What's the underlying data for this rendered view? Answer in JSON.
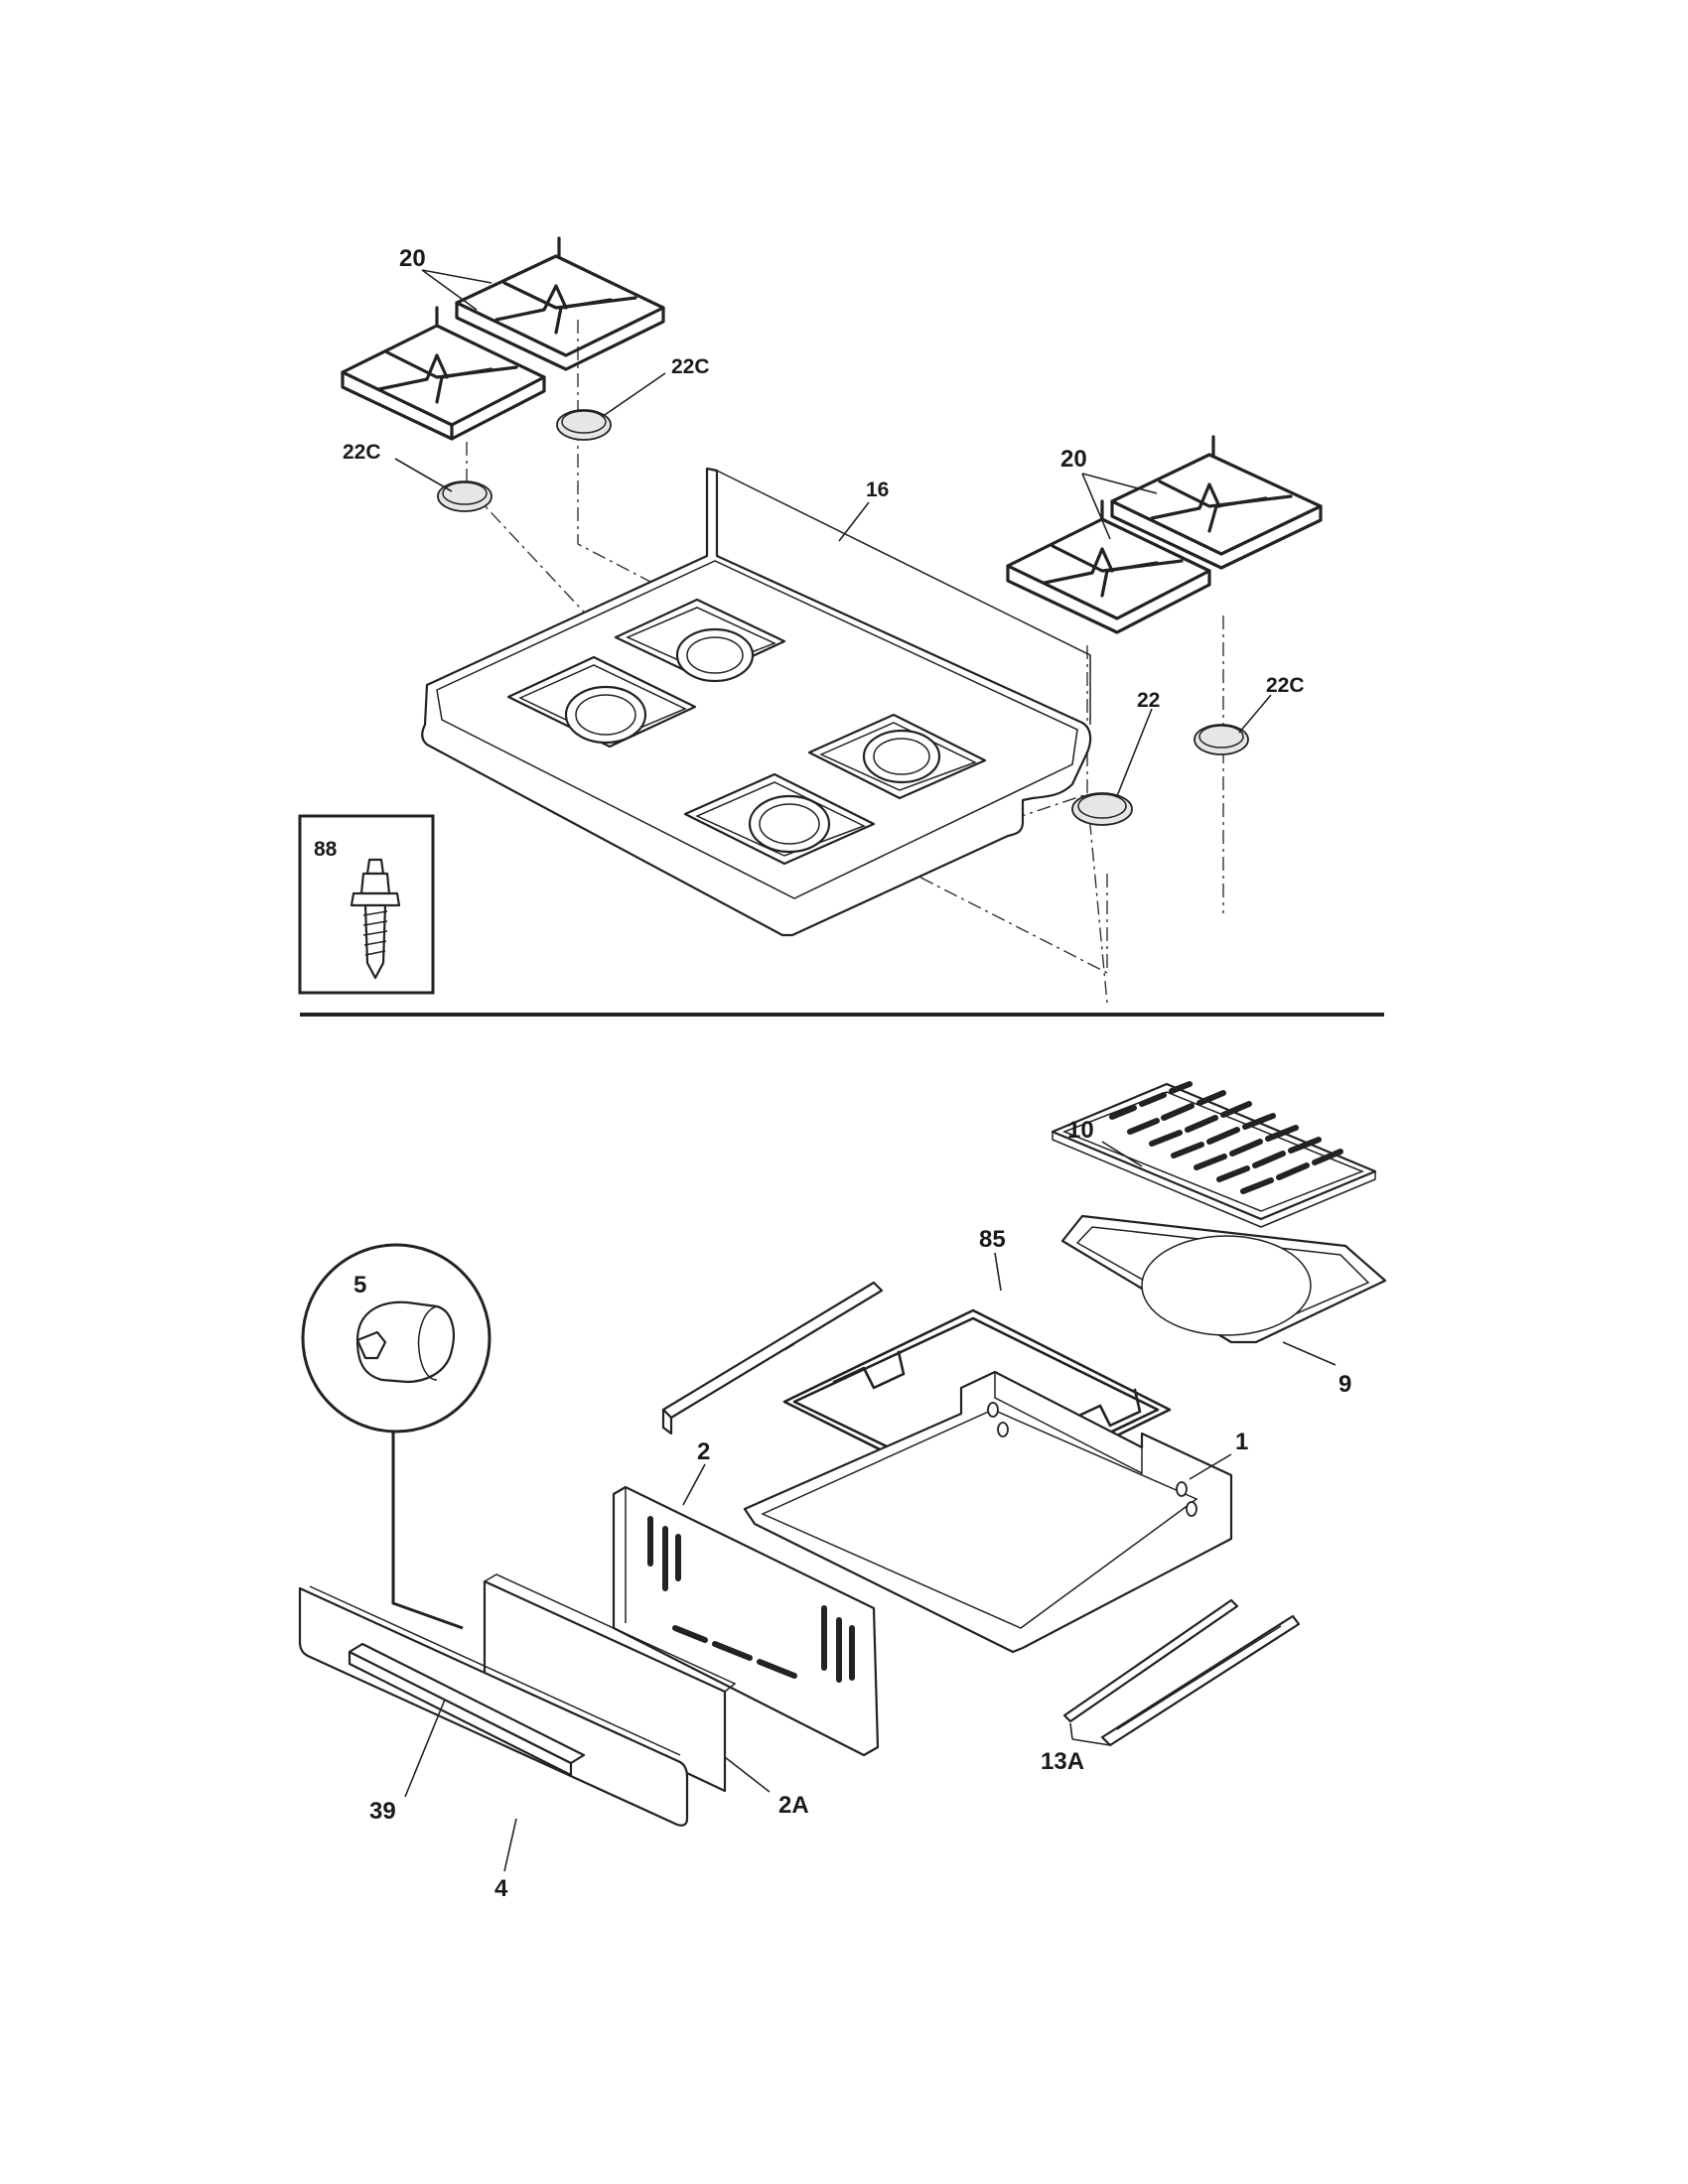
{
  "labels": {
    "grates_left": "20",
    "cap_left_upper": "22C",
    "cap_left_lower": "22C",
    "cooktop": "16",
    "grates_right": "20",
    "cap_right_22": "22",
    "cap_right_22c": "22C",
    "inset_screw": "88",
    "broiler_grid": "10",
    "broiler_rack": "85",
    "knob": "5",
    "broiler_pan": "9",
    "drawer_body": "1",
    "drawer_back": "2",
    "drawer_panel": "2A",
    "slides": "13A",
    "handle": "39",
    "drawer_front": "4"
  }
}
